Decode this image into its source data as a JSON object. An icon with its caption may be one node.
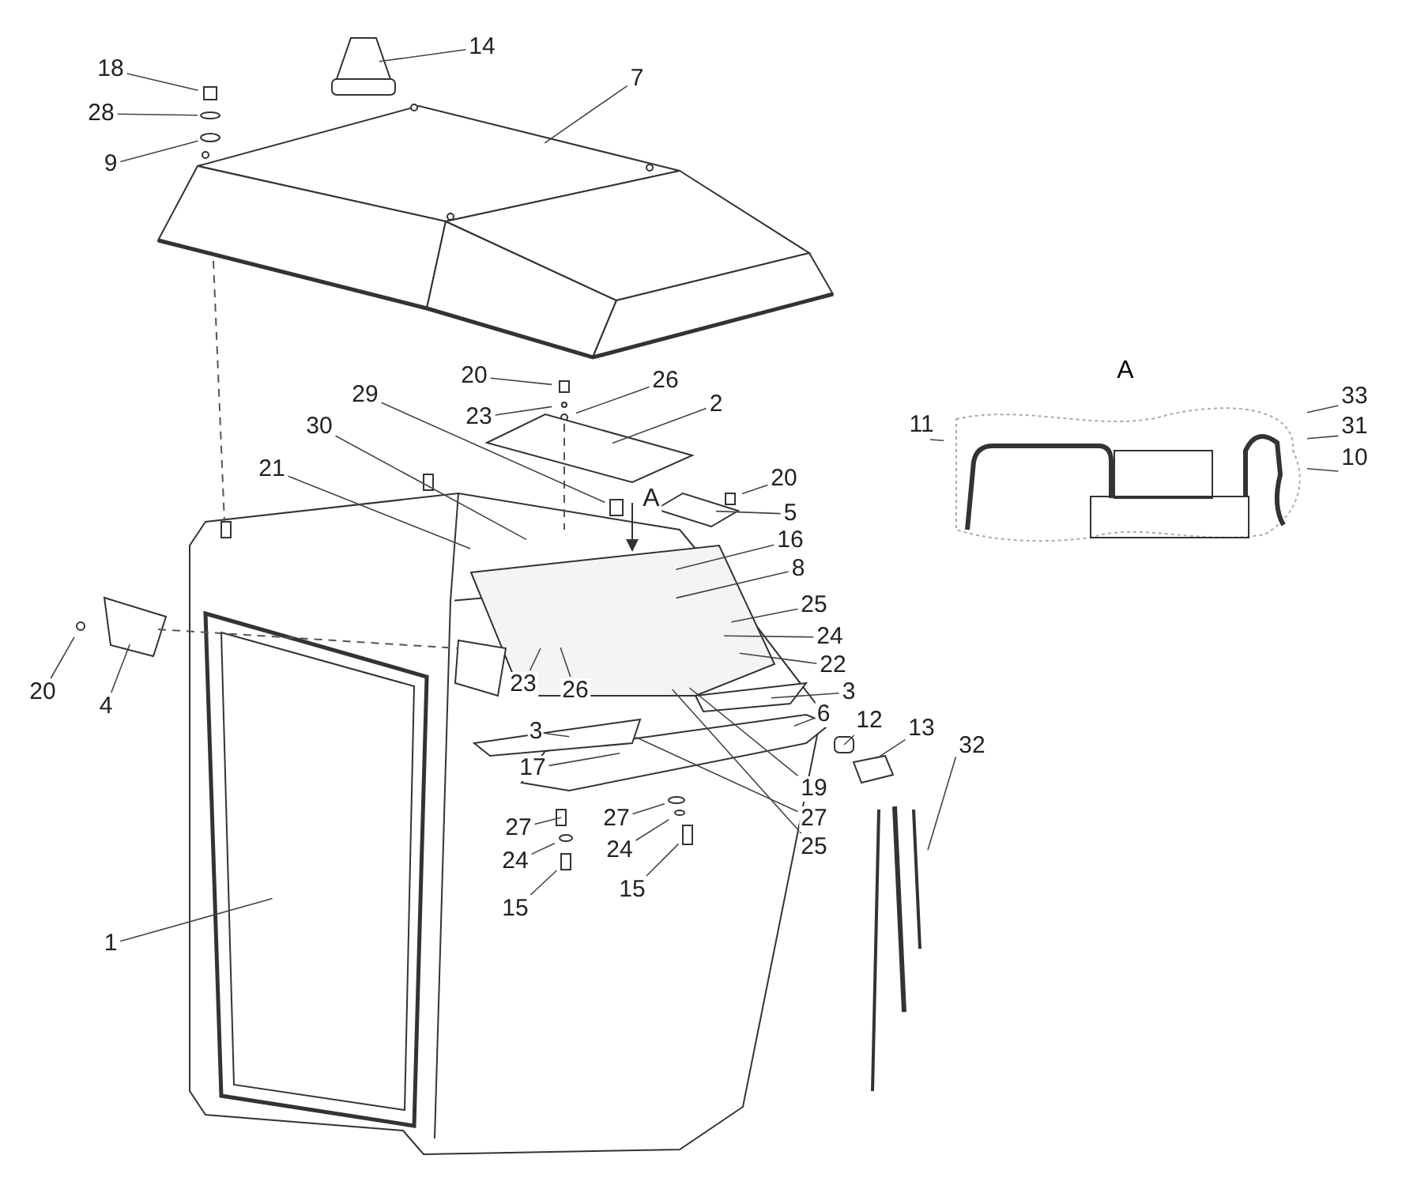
{
  "diagram": {
    "nodes": [
      {
        "text": [
          "18"
        ]
      },
      {
        "text": [
          "28"
        ]
      },
      {
        "text": [
          "9"
        ]
      },
      {
        "text": [
          "14"
        ]
      },
      {
        "text": [
          "7"
        ]
      },
      {
        "text": [
          "20"
        ]
      },
      {
        "text": [
          "26"
        ]
      },
      {
        "text": [
          "23"
        ]
      },
      {
        "text": [
          "2"
        ]
      },
      {
        "text": [
          "29"
        ]
      },
      {
        "text": [
          "30"
        ]
      },
      {
        "text": [
          "21"
        ]
      },
      {
        "text": [
          "20"
        ]
      },
      {
        "text": [
          "5"
        ]
      },
      {
        "text": [
          "16"
        ]
      },
      {
        "text": [
          "8"
        ]
      },
      {
        "text": [
          "25"
        ]
      },
      {
        "text": [
          "24"
        ]
      },
      {
        "text": [
          "22"
        ]
      },
      {
        "text": [
          "3"
        ]
      },
      {
        "text": [
          "6"
        ]
      },
      {
        "text": [
          "12"
        ]
      },
      {
        "text": [
          "13"
        ]
      },
      {
        "text": [
          "32"
        ]
      },
      {
        "text": [
          "23"
        ]
      },
      {
        "text": [
          "26"
        ]
      },
      {
        "text": [
          "3"
        ]
      },
      {
        "text": [
          "17"
        ]
      },
      {
        "text": [
          "19"
        ]
      },
      {
        "text": [
          "27"
        ]
      },
      {
        "text": [
          "25"
        ]
      },
      {
        "text": [
          "27"
        ]
      },
      {
        "text": [
          "24"
        ]
      },
      {
        "text": [
          "15"
        ]
      },
      {
        "text": [
          "27"
        ]
      },
      {
        "text": [
          "24"
        ]
      },
      {
        "text": [
          "15"
        ]
      },
      {
        "text": [
          "20"
        ]
      },
      {
        "text": [
          "4"
        ]
      },
      {
        "text": [
          "1"
        ]
      },
      {
        "text": [
          "11"
        ]
      },
      {
        "text": [
          "33"
        ]
      },
      {
        "text": [
          "31"
        ]
      },
      {
        "text": [
          "10"
        ]
      },
      {
        "text": [
          "A"
        ]
      },
      {
        "text": [],
        "shape": "picture"
      }
    ],
    "edges": [
      {
        "from": 0,
        "to": null,
        "arrow": "none"
      },
      {
        "from": 1,
        "to": null,
        "arrow": "none"
      },
      {
        "from": 2,
        "to": null,
        "arrow": "none"
      },
      {
        "from": 3,
        "to": null,
        "arrow": "none"
      },
      {
        "from": 4,
        "to": null,
        "arrow": "none"
      },
      {
        "from": 5,
        "to": null,
        "arrow": "none"
      },
      {
        "from": 6,
        "to": null,
        "arrow": "none"
      },
      {
        "from": 7,
        "to": null,
        "arrow": "none"
      },
      {
        "from": 8,
        "to": null,
        "arrow": "none"
      },
      {
        "from": 9,
        "to": null,
        "arrow": "none"
      },
      {
        "from": 10,
        "to": null,
        "arrow": "none"
      },
      {
        "from": 11,
        "to": null,
        "arrow": "none"
      },
      {
        "from": 12,
        "to": null,
        "arrow": "none"
      },
      {
        "from": 13,
        "to": null,
        "arrow": "none"
      },
      {
        "from": 14,
        "to": null,
        "arrow": "none"
      },
      {
        "from": 15,
        "to": null,
        "arrow": "none"
      },
      {
        "from": 16,
        "to": null,
        "arrow": "none"
      },
      {
        "from": 17,
        "to": null,
        "arrow": "none"
      },
      {
        "from": 18,
        "to": null,
        "arrow": "none"
      },
      {
        "from": 19,
        "to": null,
        "arrow": "none"
      },
      {
        "from": 20,
        "to": null,
        "arrow": "none"
      },
      {
        "from": 21,
        "to": null,
        "arrow": "none"
      },
      {
        "from": 22,
        "to": null,
        "arrow": "none"
      },
      {
        "from": 23,
        "to": 45,
        "arrow": "none"
      },
      {
        "from": 24,
        "to": null,
        "arrow": "none"
      },
      {
        "from": 25,
        "to": null,
        "arrow": "none"
      },
      {
        "from": 26,
        "to": null,
        "arrow": "none"
      },
      {
        "from": 27,
        "to": null,
        "arrow": "none"
      },
      {
        "from": 28,
        "to": null,
        "arrow": "none"
      },
      {
        "from": 29,
        "to": null,
        "arrow": "none"
      },
      {
        "from": 30,
        "to": null,
        "arrow": "none"
      },
      {
        "from": 31,
        "to": null,
        "arrow": "none"
      },
      {
        "from": 32,
        "to": null,
        "arrow": "none"
      },
      {
        "from": 33,
        "to": null,
        "arrow": "none"
      },
      {
        "from": 34,
        "to": null,
        "arrow": "none"
      },
      {
        "from": 35,
        "to": null,
        "arrow": "none"
      },
      {
        "from": 36,
        "to": null,
        "arrow": "none"
      },
      {
        "from": 37,
        "to": null,
        "arrow": "none"
      },
      {
        "from": 38,
        "to": null,
        "arrow": "none"
      },
      {
        "from": 39,
        "to": null,
        "arrow": "none"
      },
      {
        "from": 40,
        "to": 44,
        "arrow": "none"
      },
      {
        "from": 41,
        "to": 44,
        "arrow": "none"
      },
      {
        "from": 42,
        "to": 44,
        "arrow": "none"
      },
      {
        "from": 43,
        "to": 44,
        "arrow": "none"
      }
    ],
    "labels": [
      "A"
    ]
  }
}
